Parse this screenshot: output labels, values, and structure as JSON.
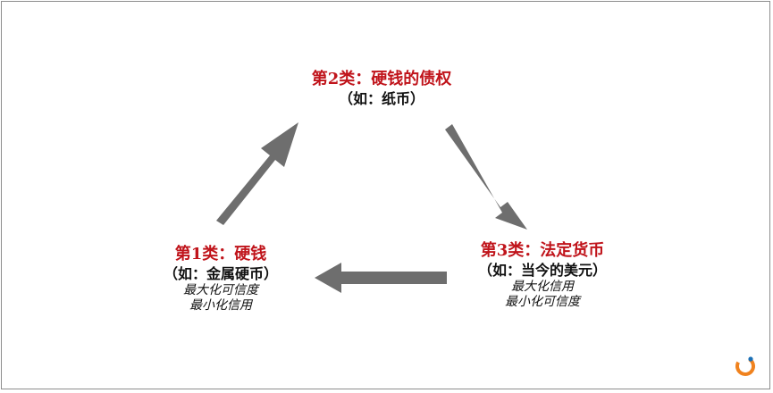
{
  "nodes": [
    {
      "id": "1",
      "title": "第1类：硬钱",
      "example": "（如：金属硬币）",
      "notes": [
        "最大化可信度",
        "最小化信用"
      ]
    },
    {
      "id": "2",
      "title": "第2类：硬钱的债权",
      "example": "（如：纸币）",
      "notes": []
    },
    {
      "id": "3",
      "title": "第3类：法定货币",
      "example": "（如：当今的美元）",
      "notes": [
        "最大化信用",
        "最小化可信度"
      ]
    }
  ],
  "colors": {
    "title": "#c0141b",
    "arrow": "#6e6e6e",
    "logo_orange": "#f0821e",
    "logo_blue": "#1a6fb5"
  },
  "icons": {
    "logo": "ring-logo-icon"
  }
}
